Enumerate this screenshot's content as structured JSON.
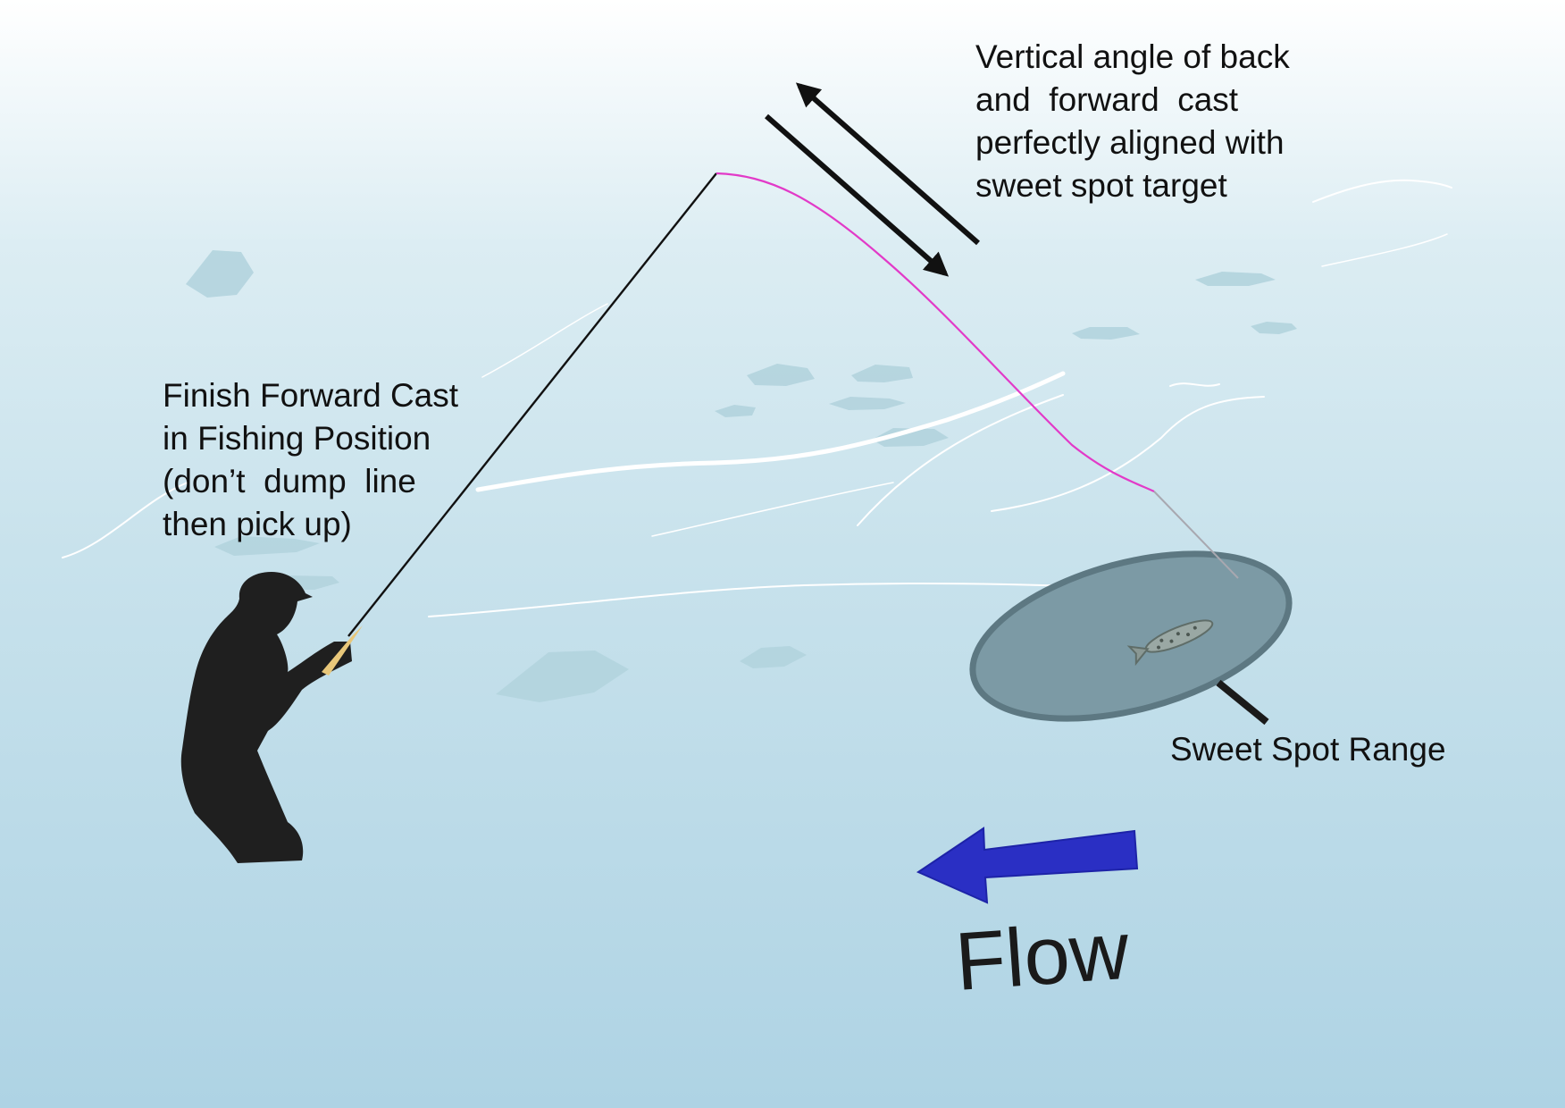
{
  "annotations": {
    "cast_angle": [
      "Vertical angle of back",
      "and  forward  cast",
      "perfectly aligned with",
      "sweet spot target"
    ],
    "fishing_position": [
      "Finish Forward Cast",
      "in Fishing Position",
      "(don’t  dump  line",
      "then pick up)"
    ],
    "sweet_spot": "Sweet Spot Range",
    "flow": "Flow"
  },
  "colors": {
    "water_top": "#ffffff",
    "water_mid": "#c8e2ec",
    "water_bottom": "#aed3e4",
    "fly_line": "#e23ac8",
    "leader": "#a8a8b0",
    "rod": "#111111",
    "angler": "#1f1f1f",
    "rod_grip": "#e8c77a",
    "sweet_spot_fill": "#7c9aa5",
    "sweet_spot_rim": "#5d7882",
    "flow_arrow": "#2a2fc4",
    "rocks": "#b3d4de"
  },
  "icons": {
    "angler": "angler-silhouette",
    "fish": "trout-icon",
    "cast_arrows": "double-arrow",
    "flow_arrow": "left-arrow"
  }
}
